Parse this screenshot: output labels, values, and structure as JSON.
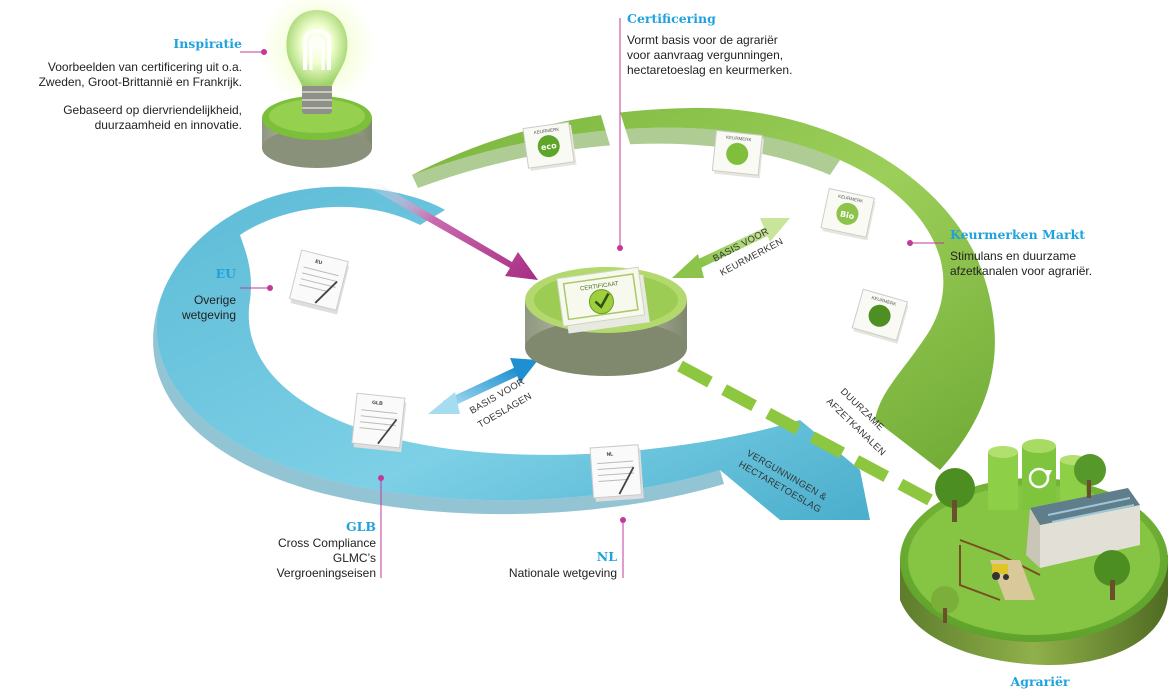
{
  "inspiratie": {
    "title": "Inspiratie",
    "lines": [
      "Voorbeelden van certificering uit o.a.",
      "Zweden, Groot-Brittannië en Frankrijk.",
      "Gebaseerd op diervriendelijkheid,",
      "duurzaamheid en innovatie."
    ]
  },
  "certificering": {
    "title": "Certificering",
    "lines": [
      "Vormt basis voor de agrariër",
      "voor aanvraag vergunningen,",
      "hectaretoeslag en keurmerken."
    ]
  },
  "keurmerken_markt": {
    "title": "Keurmerken Markt",
    "lines": [
      "Stimulans en duurzame",
      "afzetkanalen voor agrariër."
    ]
  },
  "eu": {
    "title": "EU",
    "lines": [
      "Overige",
      "wetgeving"
    ]
  },
  "glb": {
    "title": "GLB",
    "lines": [
      "Cross Compliance",
      "GLMC’s",
      "Vergroeningseisen"
    ]
  },
  "nl": {
    "title": "NL",
    "lines": [
      "Nationale wetgeving"
    ]
  },
  "agrarier": {
    "title": "Agrariër"
  },
  "arrows": {
    "keurmerken": [
      "BASIS VOOR",
      "KEURMERKEN"
    ],
    "toeslagen": [
      "BASIS VOOR",
      "TOESLAGEN"
    ]
  },
  "bands": {
    "green": [
      "DUURZAME",
      "AFZETKANALEN"
    ],
    "blue": [
      "VERGUNNINGEN &",
      "HECTARETOESLAG"
    ]
  },
  "documents": {
    "certificaat": "CERTIFICAAT",
    "keurmerk": "KEURMERK",
    "badges": [
      "eco",
      "",
      "Bio",
      ""
    ],
    "eu": "EU",
    "glb": "GLB",
    "nl": "NL"
  },
  "colors": {
    "title_blue": "#1fa3dc",
    "leader_magenta": "#c2399a",
    "green_band": "#8cc34b",
    "blue_band": "#62c3dd",
    "arrow_magenta": "#b63e94",
    "dash_green": "#8dc63f"
  }
}
